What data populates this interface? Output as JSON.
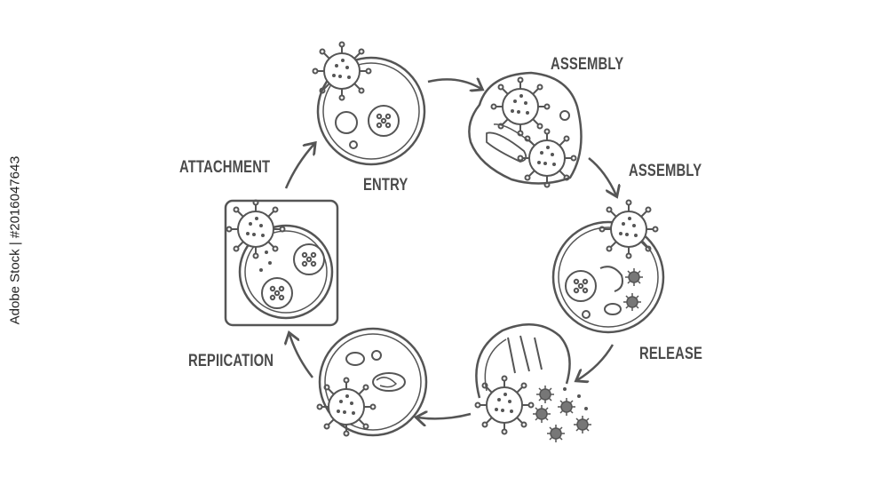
{
  "diagram": {
    "stages": {
      "attachment": "ATTACHMENT",
      "entry": "ENTRY",
      "assembly_1": "ASSEMBLY",
      "assembly_2": "ASSEMBLY",
      "release": "RELEASE",
      "replication": "REPIICATION"
    },
    "line_color": "#555555"
  },
  "watermark": {
    "side_text": "Adobe Stock | #201604764З"
  }
}
